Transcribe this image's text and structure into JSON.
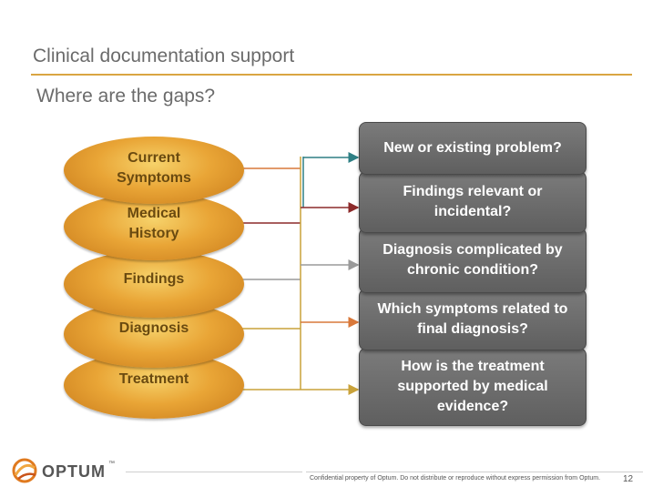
{
  "slide": {
    "title": "Clinical documentation support",
    "subtitle": "Where are the gaps?"
  },
  "left_items": [
    {
      "label": "Current Symptoms"
    },
    {
      "label": "Medical History"
    },
    {
      "label": "Findings"
    },
    {
      "label": "Diagnosis"
    },
    {
      "label": "Treatment"
    }
  ],
  "questions": [
    {
      "label": "New or existing problem?"
    },
    {
      "label": "Findings relevant or incidental?"
    },
    {
      "label": "Diagnosis complicated by chronic condition?"
    },
    {
      "label": "Which symptoms related to final diagnosis?"
    },
    {
      "label": "How is the treatment supported by medical evidence?"
    }
  ],
  "colors": {
    "oval": "#e9a536",
    "box": "#6b6b6b",
    "arrow_teal": "#2e7f84",
    "arrow_red": "#8c2a2a",
    "arrow_gray": "#9a9a9a",
    "arrow_orange": "#d9783a",
    "arrow_gold": "#c9a23a",
    "rule": "#d9a542"
  },
  "footer": {
    "logo_text": "OPTUM",
    "logo_tm": "™",
    "notice": "Confidential property of Optum. Do not distribute or reproduce without express permission from Optum.",
    "page": "12"
  }
}
